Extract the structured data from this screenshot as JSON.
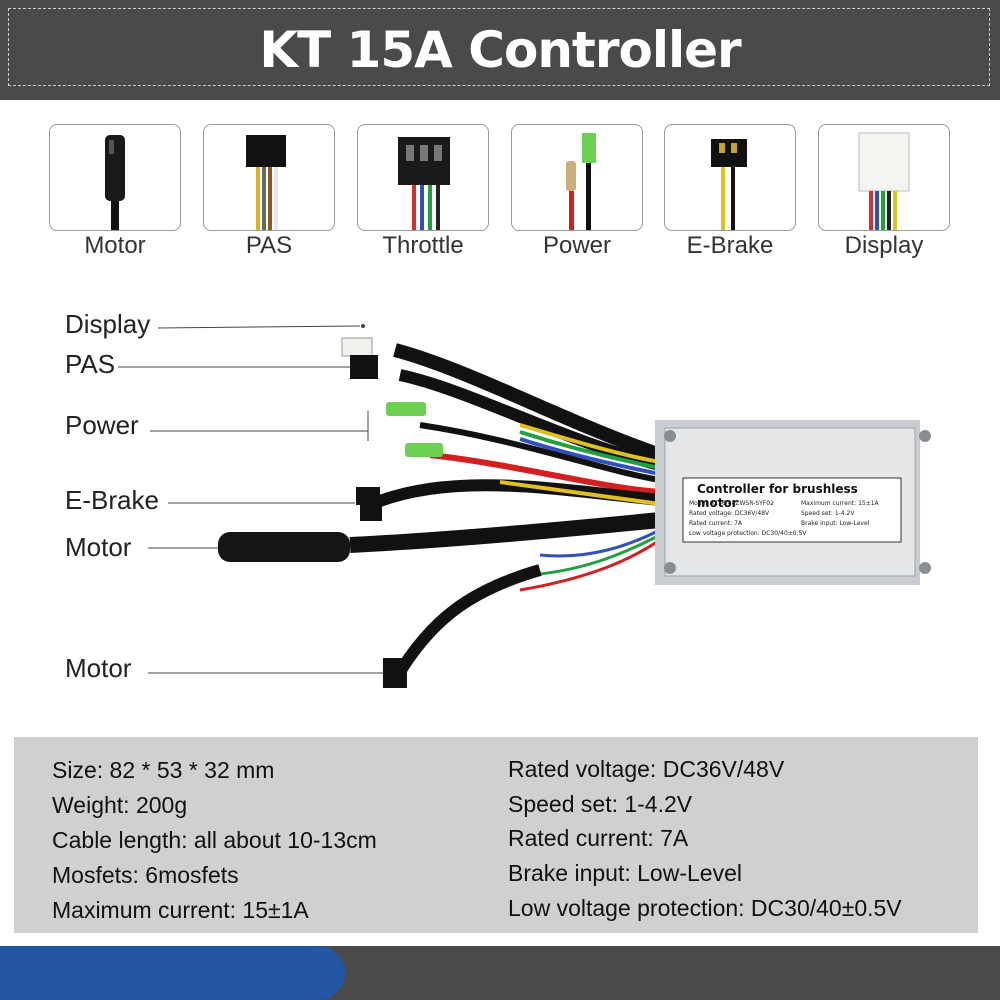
{
  "header": {
    "title": "KT 15A Controller"
  },
  "connectors": [
    {
      "label": "Motor",
      "icon": "motor-connector-icon"
    },
    {
      "label": "PAS",
      "icon": "pas-connector-icon"
    },
    {
      "label": "Throttle",
      "icon": "throttle-connector-icon"
    },
    {
      "label": "Power",
      "icon": "power-connector-icon"
    },
    {
      "label": "E-Brake",
      "icon": "ebrake-connector-icon"
    },
    {
      "label": "Display",
      "icon": "display-connector-icon"
    }
  ],
  "callouts": {
    "display": "Display",
    "pas": "PAS",
    "power": "Power",
    "ebrake": "E-Brake",
    "motor1": "Motor",
    "motor2": "Motor"
  },
  "controller_box": {
    "title": "Controller for brushless motor",
    "model_key": "Model:",
    "model_val": "KT36/48ZWSR-SYF02",
    "max_current_key": "Maximum current:",
    "max_current_val": "15±1A",
    "rated_voltage_key": "Rated voltage:",
    "rated_voltage_val": "DC36V/48V",
    "speed_set_key": "Speed set:",
    "speed_set_val": "1-4.2V",
    "rated_current_key": "Rated current:",
    "rated_current_val": "7A",
    "brake_input_key": "Brake input:",
    "brake_input_val": "Low-Level",
    "low_voltage_key": "Low voltage protection:",
    "low_voltage_val": "DC30/40±0.5V"
  },
  "specs": {
    "left": [
      {
        "key": "Size:",
        "value": " 82 * 53 * 32 mm"
      },
      {
        "key": "Weight:",
        "value": " 200g"
      },
      {
        "key": "Cable length:",
        "value": " all about 10-13cm"
      },
      {
        "key": "Mosfets:",
        "value": " 6mosfets"
      },
      {
        "key": "Maximum current:",
        "value": " 15±1A"
      }
    ],
    "right": [
      {
        "key": "Rated voltage:",
        "value": " DC36V/48V"
      },
      {
        "key": "Speed set:",
        "value": " 1-4.2V"
      },
      {
        "key": "Rated current:",
        "value": " 7A"
      },
      {
        "key": "Brake input:",
        "value": " Low-Level"
      },
      {
        "key": "Low voltage protection:",
        "value": " DC30/40±0.5V"
      }
    ]
  },
  "colors": {
    "header_bg": "#4a4a4a",
    "footer_accent": "#2456a6",
    "spec_panel": "#d0d0d0"
  }
}
